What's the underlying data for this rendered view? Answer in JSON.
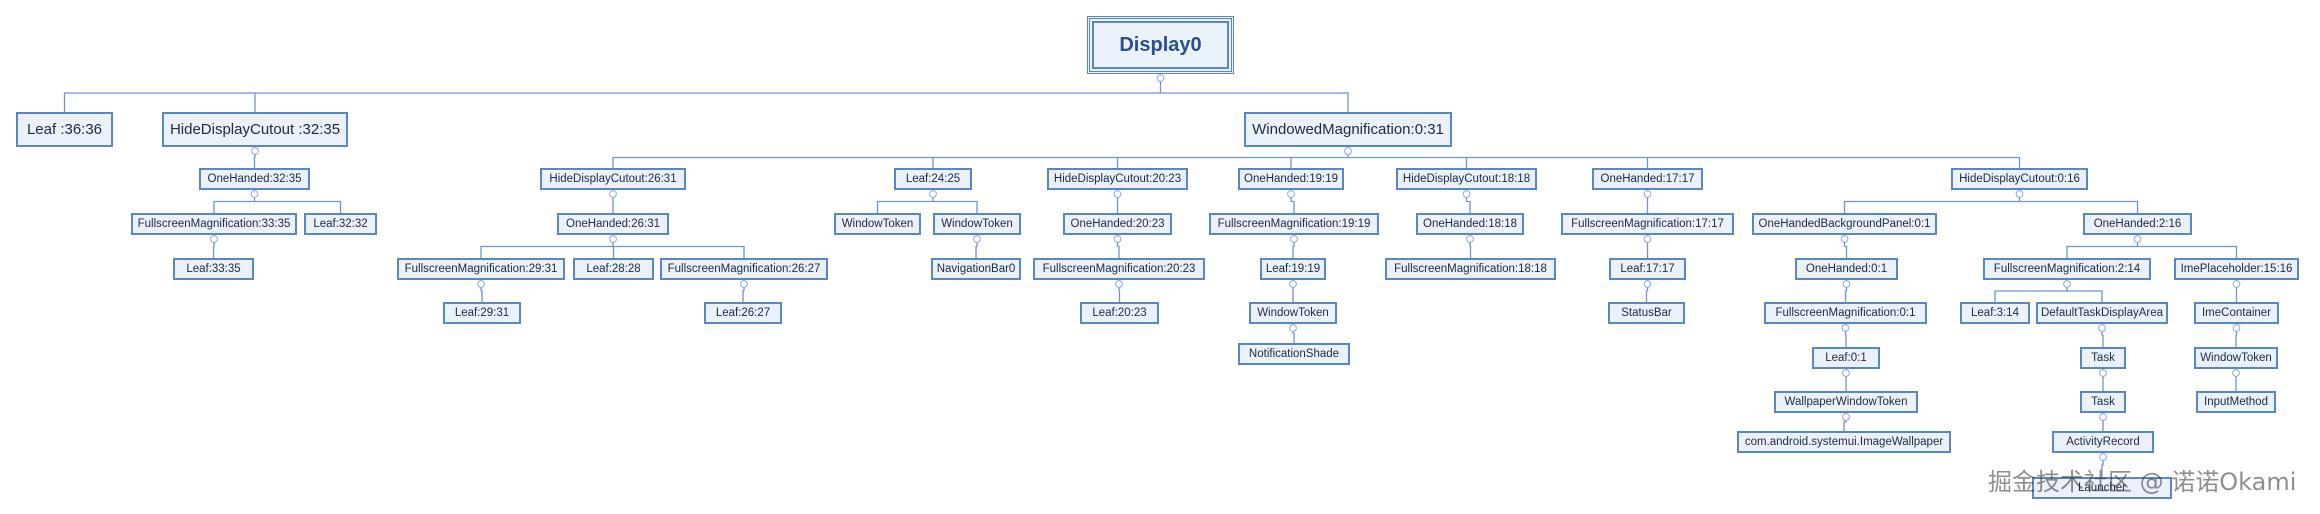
{
  "root": {
    "label": "Display0",
    "children": [
      {
        "label": "Leaf :36:36"
      },
      {
        "label": "HideDisplayCutout :32:35",
        "children": [
          {
            "label": "OneHanded:32:35",
            "children": [
              {
                "label": "FullscreenMagnification:33:35",
                "children": [
                  {
                    "label": "Leaf:33:35"
                  }
                ]
              },
              {
                "label": "Leaf:32:32"
              }
            ]
          }
        ]
      },
      {
        "label": "WindowedMagnification:0:31",
        "children": [
          {
            "label": "HideDisplayCutout:26:31",
            "children": [
              {
                "label": "OneHanded:26:31",
                "children": [
                  {
                    "label": "FullscreenMagnification:29:31",
                    "children": [
                      {
                        "label": "Leaf:29:31"
                      }
                    ]
                  },
                  {
                    "label": "Leaf:28:28"
                  },
                  {
                    "label": "FullscreenMagnification:26:27",
                    "children": [
                      {
                        "label": "Leaf:26:27"
                      }
                    ]
                  }
                ]
              }
            ]
          },
          {
            "label": "Leaf:24:25",
            "children": [
              {
                "label": "WindowToken"
              },
              {
                "label": "WindowToken",
                "children": [
                  {
                    "label": "NavigationBar0"
                  }
                ]
              }
            ]
          },
          {
            "label": "HideDisplayCutout:20:23",
            "children": [
              {
                "label": "OneHanded:20:23",
                "children": [
                  {
                    "label": "FullscreenMagnification:20:23",
                    "children": [
                      {
                        "label": "Leaf:20:23"
                      }
                    ]
                  }
                ]
              }
            ]
          },
          {
            "label": "OneHanded:19:19",
            "children": [
              {
                "label": "FullscreenMagnification:19:19",
                "children": [
                  {
                    "label": "Leaf:19:19",
                    "children": [
                      {
                        "label": "WindowToken",
                        "children": [
                          {
                            "label": "NotificationShade"
                          }
                        ]
                      }
                    ]
                  }
                ]
              }
            ]
          },
          {
            "label": "HideDisplayCutout:18:18",
            "children": [
              {
                "label": "OneHanded:18:18",
                "children": [
                  {
                    "label": "FullscreenMagnification:18:18"
                  }
                ]
              }
            ]
          },
          {
            "label": "OneHanded:17:17",
            "children": [
              {
                "label": "FullscreenMagnification:17:17",
                "children": [
                  {
                    "label": "Leaf:17:17",
                    "children": [
                      {
                        "label": "StatusBar"
                      }
                    ]
                  }
                ]
              }
            ]
          },
          {
            "label": "HideDisplayCutout:0:16",
            "children": [
              {
                "label": "OneHandedBackgroundPanel:0:1",
                "children": [
                  {
                    "label": "OneHanded:0:1",
                    "children": [
                      {
                        "label": "FullscreenMagnification:0:1",
                        "children": [
                          {
                            "label": "Leaf:0:1",
                            "children": [
                              {
                                "label": "WallpaperWindowToken",
                                "children": [
                                  {
                                    "label": "com.android.systemui.ImageWallpaper"
                                  }
                                ]
                              }
                            ]
                          }
                        ]
                      }
                    ]
                  }
                ]
              },
              {
                "label": "OneHanded:2:16",
                "children": [
                  {
                    "label": "FullscreenMagnification:2:14",
                    "children": [
                      {
                        "label": "Leaf:3:14"
                      },
                      {
                        "label": "DefaultTaskDisplayArea",
                        "children": [
                          {
                            "label": "Task",
                            "children": [
                              {
                                "label": "Task",
                                "children": [
                                  {
                                    "label": "ActivityRecord",
                                    "children": [
                                      {
                                        "label": "Launcher"
                                      }
                                    ]
                                  }
                                ]
                              }
                            ]
                          }
                        ]
                      }
                    ]
                  },
                  {
                    "label": "ImePlaceholder:15:16",
                    "children": [
                      {
                        "label": "ImeContainer",
                        "children": [
                          {
                            "label": "WindowToken",
                            "children": [
                              {
                                "label": "InputMethod"
                              }
                            ]
                          }
                        ]
                      }
                    ]
                  }
                ]
              }
            ]
          }
        ]
      }
    ]
  },
  "watermark": "掘金技术社区 @ 诺诺Okami"
}
